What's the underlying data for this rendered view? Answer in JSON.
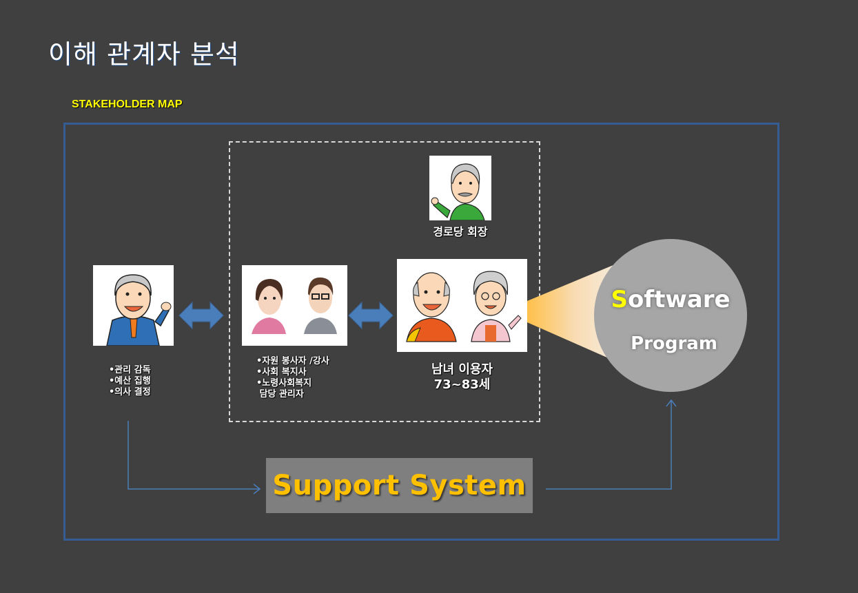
{
  "page": {
    "title": "이해 관계자 분석",
    "section_label": "STAKEHOLDER MAP"
  },
  "stakeholders": {
    "management": {
      "icon": "elderly-man-in-suit-icon",
      "duties": [
        "•관리 감독",
        "•예산 집행",
        "•의사 결정"
      ]
    },
    "staff": {
      "icon": "woman-and-man-staff-icon",
      "duties": [
        "•자원 봉사자 /강사",
        "•사회 복지사",
        "•노령사회복지",
        " 담당 관리자"
      ]
    },
    "chairman": {
      "icon": "elderly-man-green-jacket-icon",
      "label": "경로당 회장"
    },
    "users": {
      "icon": "elderly-couple-icon",
      "label_line1": "남녀 이용자",
      "label_line2": "73~83세"
    }
  },
  "software": {
    "title_first_letter": "S",
    "title_rest": "oftware",
    "subtitle": "Program"
  },
  "support": {
    "label": "Support System"
  },
  "colors": {
    "background": "#404040",
    "frame": "#355d94",
    "arrow": "#4a7ebb",
    "accent_yellow": "#ffff00",
    "support_text": "#ffc000",
    "circle": "#a6a6a6",
    "support_box": "#7f7f7f"
  }
}
